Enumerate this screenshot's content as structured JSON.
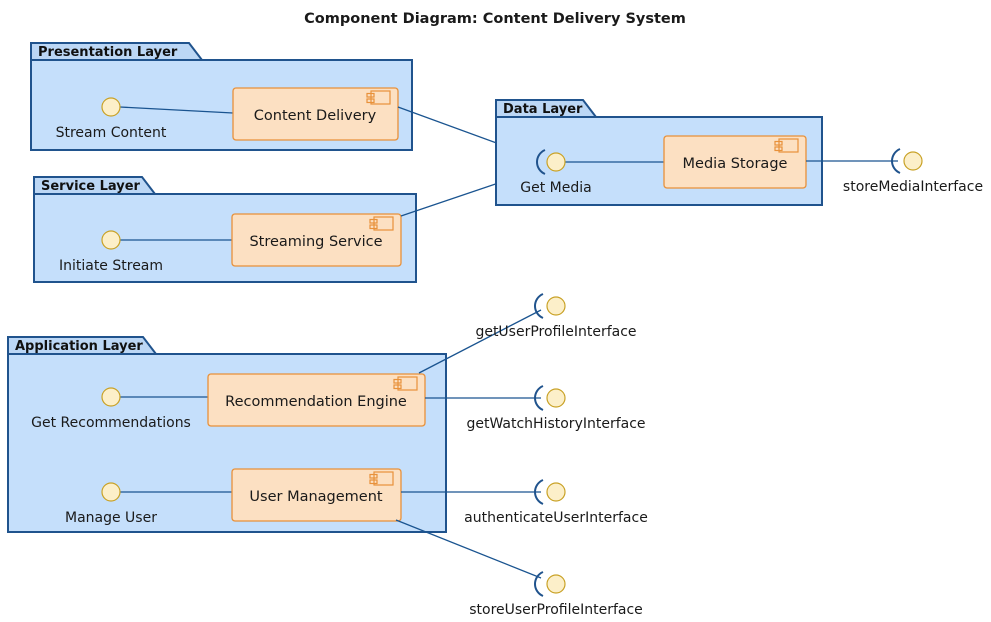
{
  "diagram": {
    "title": "Component Diagram: Content Delivery System",
    "type": "uml-component-diagram",
    "colors": {
      "package_fill": "#c5dffb",
      "package_tab_fill": "#bcd7f5",
      "package_border": "#20538d",
      "component_fill": "#fce0c2",
      "component_border": "#e8913a",
      "interface_ball_fill": "#fcefc9",
      "interface_ball_border": "#c9a227",
      "connector": "#1a5490",
      "text": "#1a1a1a",
      "background": "#ffffff"
    }
  },
  "packages": [
    {
      "id": "presentation-layer",
      "name": "Presentation Layer",
      "components": [
        {
          "id": "content-delivery",
          "name": "Content Delivery",
          "icon": "component-icon"
        }
      ],
      "provided_interfaces": [
        {
          "id": "stream-content",
          "name": "Stream Content",
          "style": "ball"
        }
      ]
    },
    {
      "id": "service-layer",
      "name": "Service Layer",
      "components": [
        {
          "id": "streaming-service",
          "name": "Streaming Service",
          "icon": "component-icon"
        }
      ],
      "provided_interfaces": [
        {
          "id": "initiate-stream",
          "name": "Initiate Stream",
          "style": "ball"
        }
      ]
    },
    {
      "id": "data-layer",
      "name": "Data Layer",
      "components": [
        {
          "id": "media-storage",
          "name": "Media Storage",
          "icon": "component-icon"
        }
      ],
      "provided_interfaces": [
        {
          "id": "get-media",
          "name": "Get Media",
          "style": "ball-and-socket"
        }
      ]
    },
    {
      "id": "application-layer",
      "name": "Application Layer",
      "components": [
        {
          "id": "recommendation-engine",
          "name": "Recommendation Engine",
          "icon": "component-icon"
        },
        {
          "id": "user-management",
          "name": "User Management",
          "icon": "component-icon"
        }
      ],
      "provided_interfaces": [
        {
          "id": "get-recommendations",
          "name": "Get Recommendations",
          "style": "ball"
        },
        {
          "id": "manage-user",
          "name": "Manage User",
          "style": "ball"
        }
      ]
    }
  ],
  "external_interfaces": [
    {
      "id": "store-media-interface",
      "name": "storeMediaInterface",
      "style": "ball-and-socket",
      "source": "media-storage"
    },
    {
      "id": "get-user-profile-interface",
      "name": "getUserProfileInterface",
      "style": "ball-and-socket",
      "source": "recommendation-engine"
    },
    {
      "id": "get-watch-history-interface",
      "name": "getWatchHistoryInterface",
      "style": "ball-and-socket",
      "source": "recommendation-engine"
    },
    {
      "id": "authenticate-user-interface",
      "name": "authenticateUserInterface",
      "style": "ball-and-socket",
      "source": "user-management"
    },
    {
      "id": "store-user-profile-interface",
      "name": "storeUserProfileInterface",
      "style": "ball-and-socket",
      "source": "user-management"
    }
  ],
  "connections": [
    {
      "from": "stream-content",
      "to": "content-delivery"
    },
    {
      "from": "content-delivery",
      "to": "get-media"
    },
    {
      "from": "initiate-stream",
      "to": "streaming-service"
    },
    {
      "from": "streaming-service",
      "to": "get-media"
    },
    {
      "from": "get-media",
      "to": "media-storage"
    },
    {
      "from": "media-storage",
      "to": "store-media-interface"
    },
    {
      "from": "get-recommendations",
      "to": "recommendation-engine"
    },
    {
      "from": "recommendation-engine",
      "to": "get-user-profile-interface"
    },
    {
      "from": "recommendation-engine",
      "to": "get-watch-history-interface"
    },
    {
      "from": "manage-user",
      "to": "user-management"
    },
    {
      "from": "user-management",
      "to": "authenticate-user-interface"
    },
    {
      "from": "user-management",
      "to": "store-user-profile-interface"
    }
  ]
}
